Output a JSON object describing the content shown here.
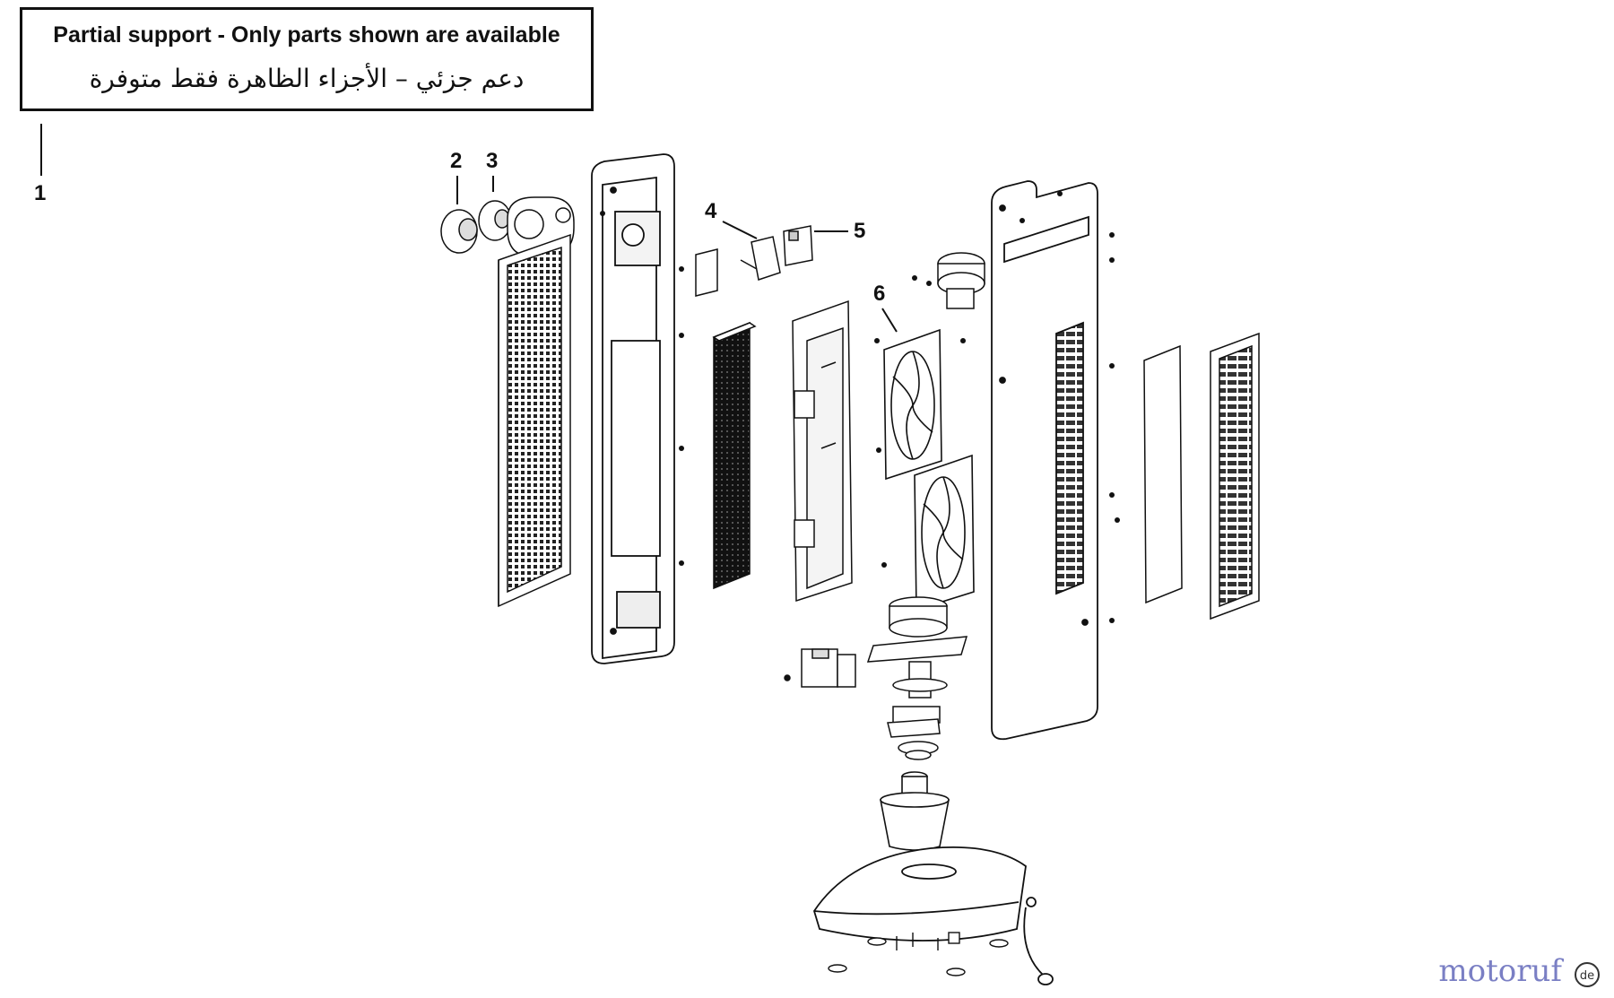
{
  "notice": {
    "english": "Partial support - Only parts shown are available",
    "arabic": "دعم جزئي – الأجزاء الظاهرة فقط متوفرة"
  },
  "callouts": [
    "1",
    "2",
    "3",
    "4",
    "5",
    "6"
  ],
  "watermark": {
    "text": "motoruf",
    "badge": "de"
  },
  "colors": {
    "line": "#111111",
    "watermark": "#7a7fc4"
  }
}
